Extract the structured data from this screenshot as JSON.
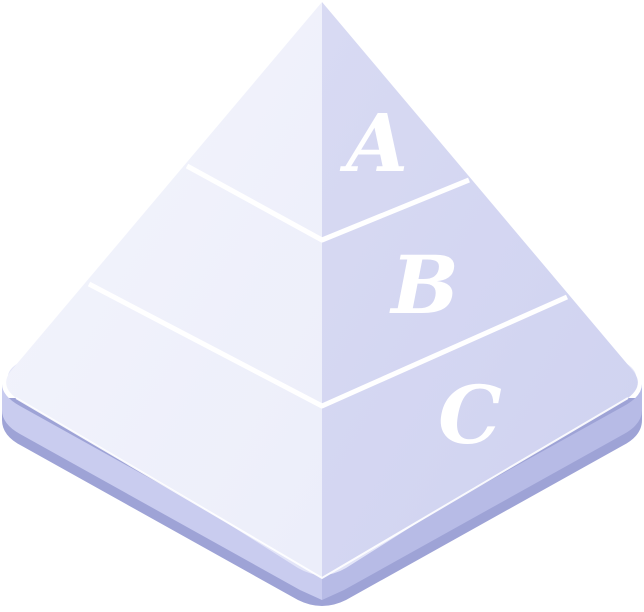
{
  "diagram": {
    "type": "pyramid",
    "levels": [
      {
        "label": "A"
      },
      {
        "label": "B"
      },
      {
        "label": "C"
      }
    ]
  },
  "colors": {
    "left_face": "#f1f2fb",
    "right_face": "#d2d5f1",
    "base_top": "#dcdff6",
    "base_side_left": "#c9ccef",
    "base_side_right": "#b7bbe6",
    "base_shadow": "#9ea3d6",
    "divider": "#ffffff",
    "label": "#ffffff"
  }
}
